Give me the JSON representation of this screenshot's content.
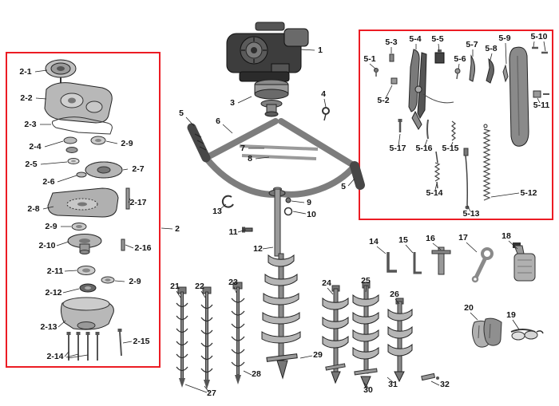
{
  "colors": {
    "box_red": "#ec1c24",
    "line": "#1a1a1a",
    "background": "#ffffff"
  },
  "labels": {
    "n1": "1",
    "n2": "2",
    "n3": "3",
    "n4": "4",
    "n5a": "5",
    "n5b": "5",
    "n6": "6",
    "n7": "7",
    "n8": "8",
    "n9": "9",
    "n10": "10",
    "n11": "11",
    "n12": "12",
    "n13": "13",
    "n14": "14",
    "n15": "15",
    "n16": "16",
    "n17": "17",
    "n18": "18",
    "n19": "19",
    "n20": "20",
    "n21": "21",
    "n22": "22",
    "n23": "23",
    "n24": "24",
    "n25": "25",
    "n26": "26",
    "n27": "27",
    "n28": "28",
    "n29": "29",
    "n30": "30",
    "n31": "31",
    "n32": "32",
    "g1": "2-1",
    "g2": "2-2",
    "g3": "2-3",
    "g4": "2-4",
    "g5": "2-5",
    "g6": "2-6",
    "g7": "2-7",
    "g8": "2-8",
    "g9a": "2-9",
    "g9b": "2-9",
    "g9c": "2-9",
    "g10": "2-10",
    "g11": "2-11",
    "g12": "2-12",
    "g13": "2-13",
    "g14": "2-14",
    "g15": "2-15",
    "g16": "2-16",
    "g17": "2-17",
    "t1": "5-1",
    "t2": "5-2",
    "t3": "5-3",
    "t4": "5-4",
    "t5": "5-5",
    "t6": "5-6",
    "t7": "5-7",
    "t8": "5-8",
    "t9": "5-9",
    "t10": "5-10",
    "t11": "5-11",
    "t12": "5-12",
    "t13": "5-13",
    "t14": "5-14",
    "t15": "5-15",
    "t16": "5-16",
    "t17": "5-17"
  }
}
